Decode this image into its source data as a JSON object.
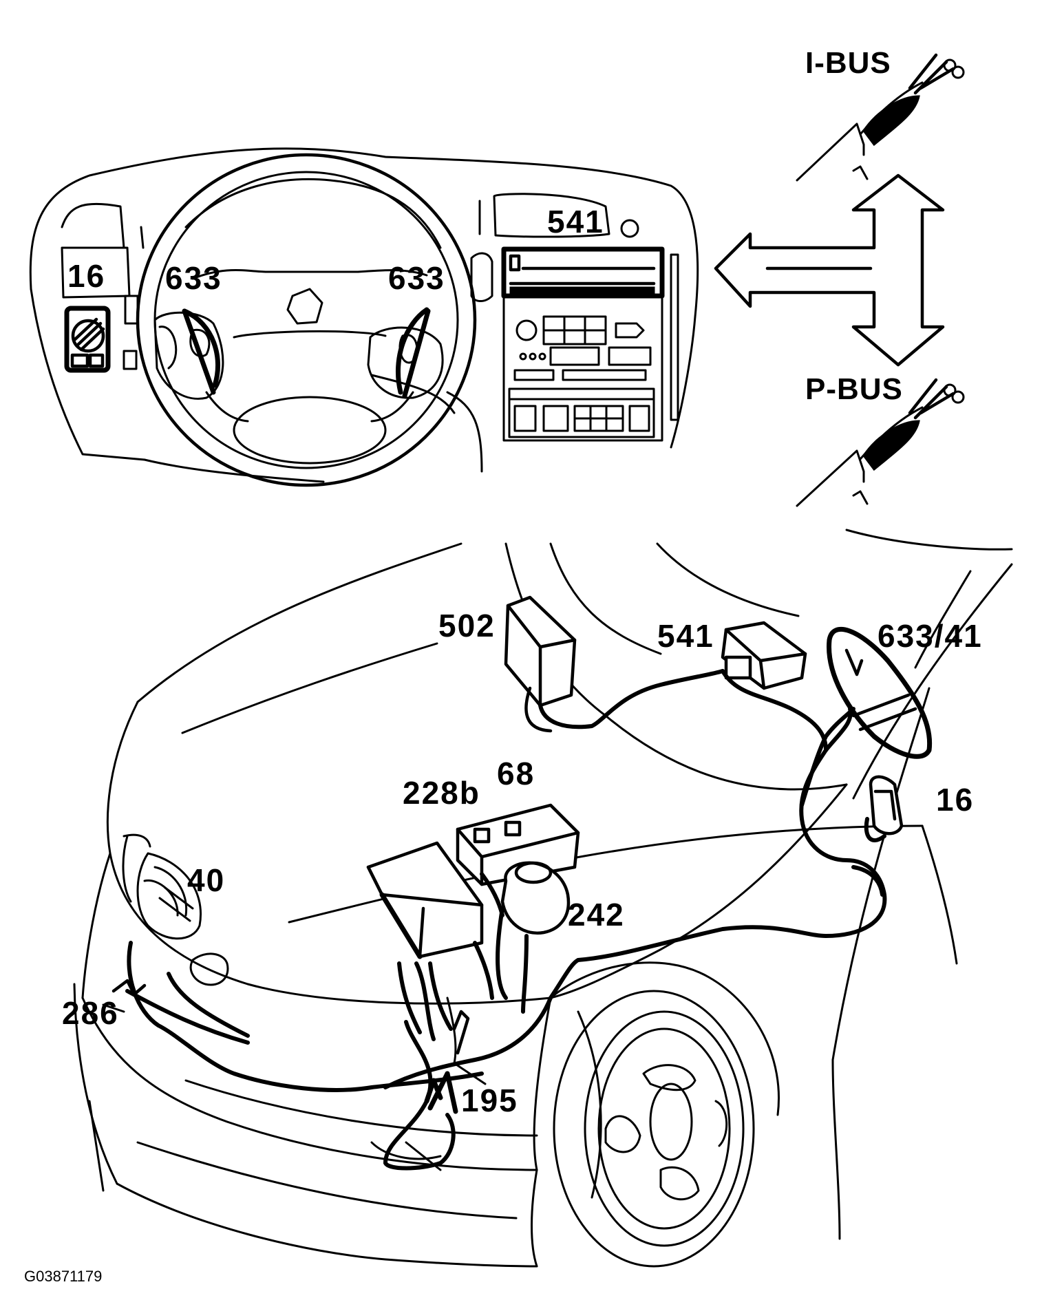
{
  "figure_id": "G03871179",
  "bus_labels": {
    "i_bus": "I-BUS",
    "p_bus": "P-BUS"
  },
  "dashboard_callouts": {
    "radio": "541",
    "light_switch": "16",
    "sw_left": "633",
    "sw_right": "633"
  },
  "vehicle_callouts": {
    "c502": "502",
    "c541": "541",
    "c633_41": "633/41",
    "c228b": "228b",
    "c68": "68",
    "c16": "16",
    "c40": "40",
    "c242": "242",
    "c286": "286",
    "c195": "195"
  }
}
